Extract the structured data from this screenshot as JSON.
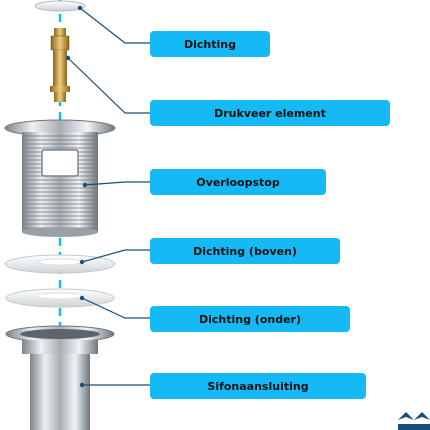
{
  "colors": {
    "label_bg": "#14b9f5",
    "leader_line": "#1a4e7a",
    "axis_line": "#14b9f5",
    "metal_light": "#e6e8ea",
    "metal_dark": "#8a9096",
    "brass": "#c89a3a"
  },
  "labels": [
    {
      "id": "dichting",
      "text": "Dichting"
    },
    {
      "id": "drukveer",
      "text": "Drukveer element"
    },
    {
      "id": "overloop",
      "text": "Overloopstop"
    },
    {
      "id": "dichting-boven",
      "text": "Dichting (boven)"
    },
    {
      "id": "dichting-onder",
      "text": "Dichting (onder)"
    },
    {
      "id": "sifon",
      "text": "Sifonaansluiting"
    }
  ],
  "logo": {
    "icon": "chevron-logo-icon"
  }
}
